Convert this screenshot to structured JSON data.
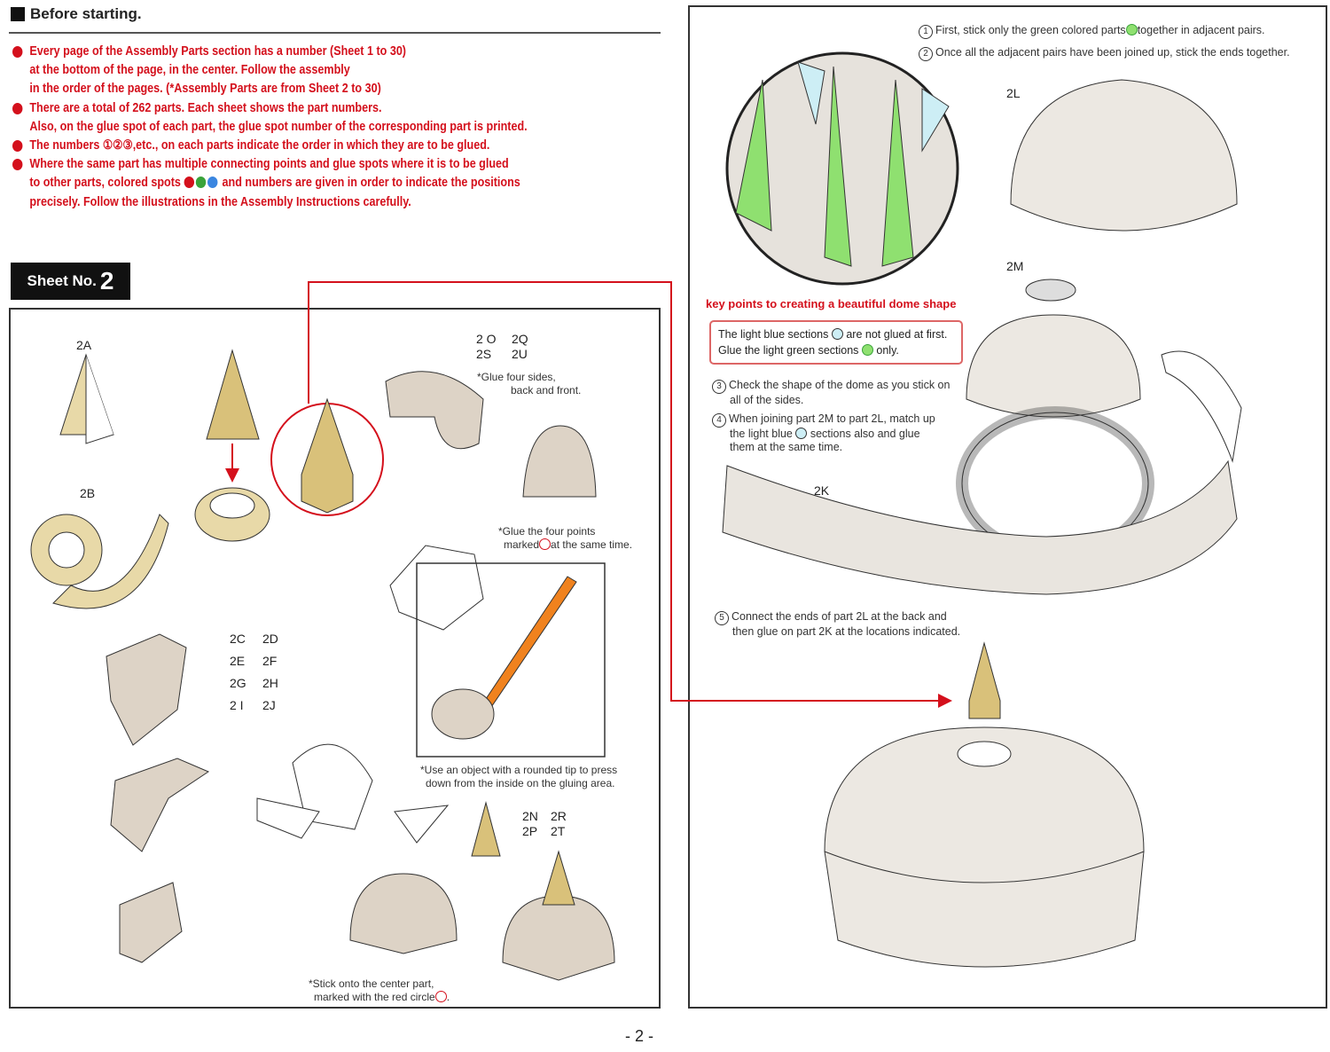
{
  "header": {
    "title": "Before starting."
  },
  "intro": [
    {
      "lines": [
        "Every page of the Assembly Parts section has a number (Sheet 1 to 30)",
        "at the bottom of the page, in the center. Follow the assembly",
        "in the order of the pages. (*Assembly Parts are from Sheet 2 to 30)"
      ]
    },
    {
      "lines": [
        "There are a total of 262 parts.  Each sheet shows the part numbers.",
        "Also, on the glue spot of each part, the glue spot number of the corresponding part is printed."
      ]
    },
    {
      "lines": [
        "The numbers ①②③,etc., on each parts indicate the order in which they are to be glued."
      ]
    },
    {
      "lines": [
        "Where the same part has multiple connecting points and glue spots where it is to be glued",
        "to other parts, colored spots",
        "and numbers are given in order to indicate the positions",
        "precisely. Follow the illustrations in the Assembly Instructions carefully."
      ]
    }
  ],
  "colors": {
    "red": "#d4101c",
    "green": "#3aa33a",
    "blue": "#3a86e0"
  },
  "sheet": {
    "label": "Sheet No.",
    "number": "2"
  },
  "left": {
    "part_2a": "2A",
    "part_2b": "2B",
    "parts_2o": [
      "2 O",
      "2Q",
      "2S",
      "2U"
    ],
    "note_glue_four_sides": [
      "*Glue four sides,",
      "back and front."
    ],
    "note_four_points": [
      "*Glue the four points",
      "marked",
      "at the same time."
    ],
    "parts_2c": [
      "2C",
      "2D",
      "2E",
      "2F",
      "2G",
      "2H",
      "2 I",
      "2J"
    ],
    "note_rounded_tip": [
      "*Use an object with a rounded tip to press",
      "down from the inside on the gluing area."
    ],
    "parts_2n": [
      "2N",
      "2R",
      "2P",
      "2T"
    ],
    "note_stick_center": [
      "*Stick onto the center part,",
      "marked with the red circle"
    ]
  },
  "right": {
    "step1": "First, stick only the green colored parts",
    "step1b": "together in adjacent pairs.",
    "step2": "Once all the adjacent pairs have been joined up, stick the ends together.",
    "part_2l": "2L",
    "part_2m": "2M",
    "part_2k": "2K",
    "key_title": "key points to creating a beautiful dome shape",
    "key_line1a": "The light blue sections",
    "key_line1b": "are not glued at first.",
    "key_line2a": "Glue the light green sections",
    "key_line2b": "only.",
    "step3": [
      "Check the shape of the dome as you stick on",
      "all of the sides."
    ],
    "step4": [
      "When joining part 2M to part 2L, match up",
      "the light blue",
      "sections also and glue",
      "them at the same time."
    ],
    "step5": [
      "Connect the ends of part 2L at the back and",
      "then glue on part 2K at the locations indicated."
    ]
  },
  "footer": {
    "page": "- 2 -"
  }
}
